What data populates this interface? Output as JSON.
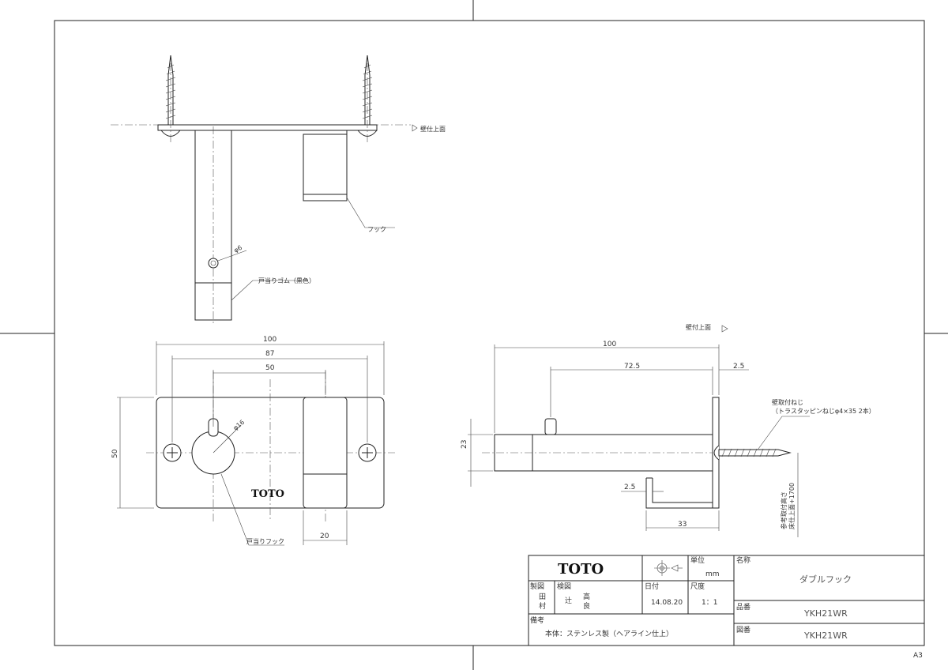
{
  "drawing": {
    "wall_surface_label_top": "壁仕上面",
    "wall_surface_label_side": "壁付上面",
    "hook_label": "フック",
    "phi6_label": "φ6",
    "phi16_label": "φ16",
    "rubber_label": "戸当りゴム（黒色）",
    "door_stop_hook_label": "戸当りフック",
    "front_logo": "TOTO",
    "screw_label_line1": "壁取付ねじ",
    "screw_label_line2": "（トラスタッピンねじφ4×35 2本）",
    "height_note_line1": "参考取付高さ",
    "height_note_line2": "床仕上面+1700",
    "sheet_size": "A3",
    "dimensions_front": {
      "d100": "100",
      "d87": "87",
      "d50w": "50",
      "d50h": "50",
      "d20": "20"
    },
    "dimensions_side": {
      "d100": "100",
      "d72_5": "72.5",
      "d2_5_top": "2.5",
      "d23": "23",
      "d2_5_bottom": "2.5",
      "d33": "33"
    }
  },
  "title_block": {
    "logo": "TOTO",
    "unit_label": "単位",
    "unit_value": "mm",
    "name_label": "名称",
    "name_value": "ダブルフック",
    "drafted_label": "製図",
    "drafted_value_1": "田",
    "drafted_value_2": "村",
    "checked_label": "検図",
    "checked_value_1": "辻",
    "checked_value_2": "高",
    "checked_value_3": "良",
    "date_label": "日付",
    "date_value": "14.08.20",
    "scale_label": "尺度",
    "scale_value": "1：1",
    "part_no_label": "品番",
    "part_no_value": "YKH21WR",
    "drawing_no_label": "図番",
    "drawing_no_value": "YKH21WR",
    "remarks_label": "備考",
    "remarks_value": "本体：ステンレス製（ヘアライン仕上）"
  }
}
